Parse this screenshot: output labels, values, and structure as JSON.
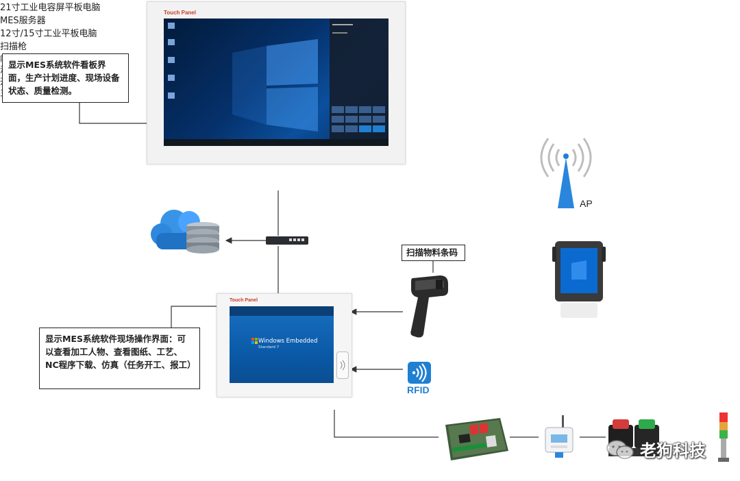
{
  "panel21": {
    "brand": "Touch Panel",
    "caption": "21寸工业电容屏平板电脑",
    "callout": "显示MES系统软件看板界面，生产计划进度、现场设备状态、质量检测。"
  },
  "panel12": {
    "brand": "Touch Panel",
    "caption": "12寸/15寸工业平板电脑",
    "os_line1": "Windows Embedded",
    "os_line2": "Standard 7",
    "callout": "显示MES系统软件现场操作界面：可以查看加工人物、查看图纸、工艺、NC程序下载、仿真（任务开工、报工）"
  },
  "server": {
    "label": "MES服务器"
  },
  "scanner": {
    "callout": "扫描物料条码",
    "label": "扫描枪"
  },
  "rfid": {
    "label": "RFID"
  },
  "ap": {
    "label": "AP"
  },
  "bottom": {
    "io": "内置隔离IO",
    "humidity": "湿温度仪",
    "button": "开关按钮",
    "light": "三色灯"
  },
  "watermark": {
    "text": "老狗科技"
  },
  "colors": {
    "accent_blue": "#1f7fd3",
    "screen_blue": "#0a5aa8",
    "brand_red": "#c83c28"
  }
}
